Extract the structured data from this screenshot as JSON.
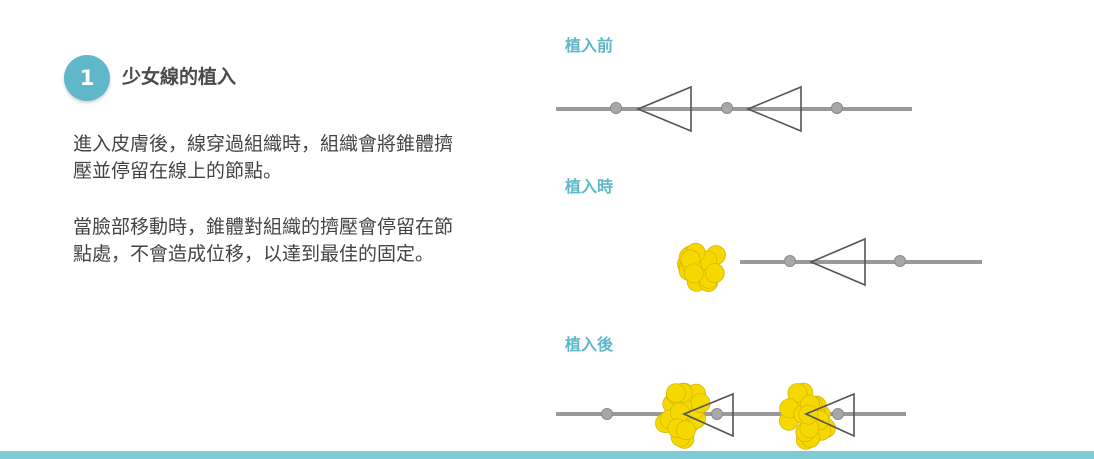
{
  "step": {
    "number": "1",
    "title": "少女線的植入"
  },
  "paragraphs": [
    "進入皮膚後，線穿過組織時，組織會將錐體擠壓並停留在線上的節點。",
    "當臉部移動時，錐體對組織的擠壓會停留在節點處，不會造成位移，以達到最佳的固定。"
  ],
  "stages": {
    "before": "植入前",
    "during": "植入時",
    "after": "植入後"
  },
  "colors": {
    "accent": "#5fb8c9",
    "thread": "#9a9a9a",
    "cone": "#555555",
    "tissue": "#f5d800",
    "footer": "#7fcbd3"
  }
}
